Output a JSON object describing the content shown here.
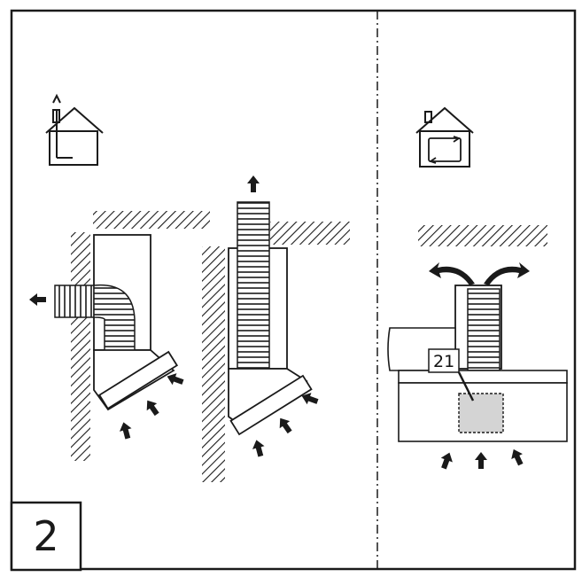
{
  "figure": {
    "step_number": "2",
    "part_label": "21"
  },
  "panels": [
    {
      "mode": "ducted-exhaust",
      "icon": "house-exhaust-icon"
    },
    {
      "mode": "recirculation",
      "icon": "house-recirculation-icon"
    }
  ],
  "colors": {
    "line": "#1a1a1a",
    "filter_fill": "#d4d4d4",
    "background": "#ffffff"
  }
}
